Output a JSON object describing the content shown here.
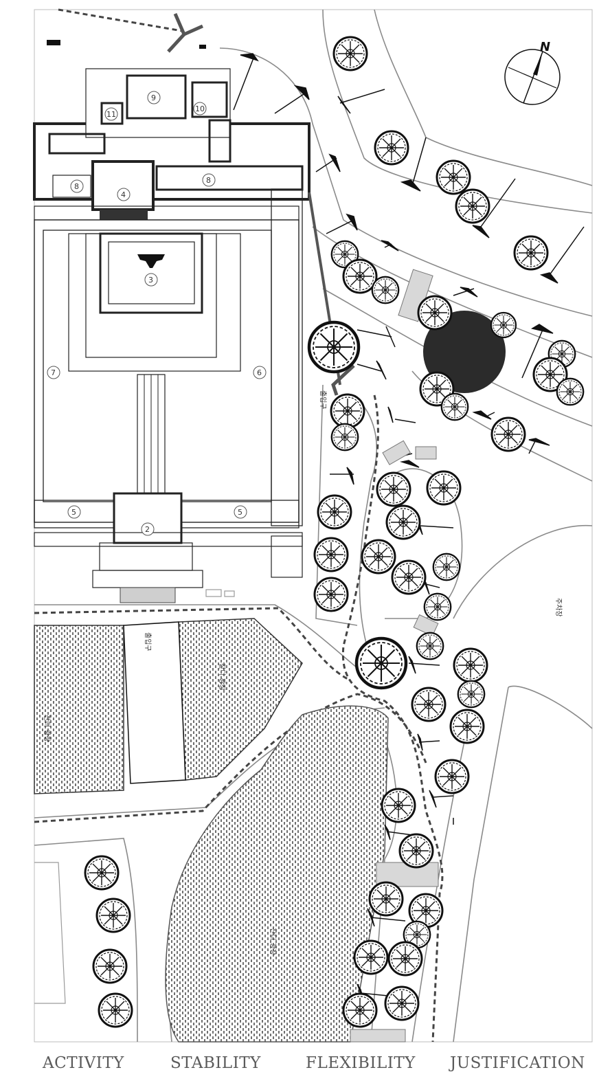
{
  "map": {
    "labels": {
      "entrance_east": "출입구",
      "entrance_south": "출입구",
      "parking": "주차장",
      "lawn_left": "잔디 광장",
      "lawn_mid": "잔디 광장",
      "lawn_bottom": "잔디 광장"
    },
    "building_numbers": [
      "2",
      "3",
      "4",
      "5",
      "5",
      "6",
      "7",
      "8",
      "8",
      "9",
      "10",
      "11"
    ],
    "north_arrow": "N"
  },
  "footer": {
    "labels": [
      "ACTIVITY",
      "STABILITY",
      "FLEXIBILITY",
      "JUSTIFICATION"
    ]
  },
  "colors": {
    "line": "#1a1a1a",
    "gray_line": "#8a8a8a",
    "highlight_circle": "#2b2b2b",
    "footer_text": "#5a5a5a"
  },
  "icons": [
    "tree-icon",
    "north-arrow-icon",
    "light-pole-icon"
  ]
}
